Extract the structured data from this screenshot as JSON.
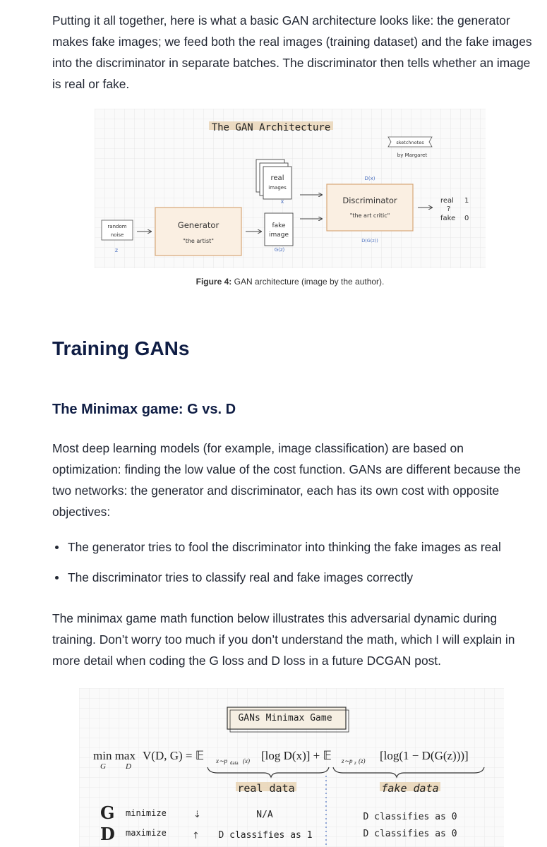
{
  "intro_paragraph": "Putting it all together, here is what a basic GAN architecture looks like: the generator makes fake images; we feed both the real images (training dataset) and the fake images into the discriminator in separate batches. The discriminator then tells whether an image is real or fake.",
  "figure4": {
    "title": "The GAN Architecture",
    "badge": "sketchnotes",
    "byline": "by Margaret",
    "noise_label_1": "random",
    "noise_label_2": "noise",
    "noise_var": "z",
    "generator_label": "Generator",
    "generator_sub": "\"the artist\"",
    "real_1": "real",
    "real_2": "images",
    "real_var": "x",
    "fake_1": "fake",
    "fake_2": "image",
    "fake_var": "G(z)",
    "dx_label": "D(x)",
    "discriminator_label": "Discriminator",
    "discriminator_sub": "\"the art critic\"",
    "dgz_label": "D(G(z))",
    "out_real": "real",
    "out_one": "1",
    "out_q": "?",
    "out_fake": "fake",
    "out_zero": "0",
    "caption_bold": "Figure 4:",
    "caption_text": " GAN architecture (image by the author)."
  },
  "heading_training": "Training GANs",
  "heading_minimax": "The Minimax game: G vs. D",
  "paragraph_minimax": "Most deep learning models (for example, image classification) are based on optimization: finding the low value of the cost function. GANs are different because the two networks: the generator and discriminator, each has its own cost with opposite objectives:",
  "bullets": [
    "The generator tries to fool the discriminator into thinking the fake images as real",
    "The discriminator tries to classify real and fake images correctly"
  ],
  "paragraph_math": "The minimax game math function below illustrates this adversarial dynamic during training. Don’t worry too much if you don’t understand the math, which I will explain in more detail when coding the G loss and D loss in a future DCGAN post.",
  "figure5": {
    "title": "GANs Minimax Game",
    "eq_minmax": "min max",
    "eq_G": "G",
    "eq_D": "D",
    "eq_body": "V(D, G) = 𝔼",
    "eq_sub1": "x∼p",
    "eq_sub1b": "data",
    "eq_sub1c": "(x)",
    "eq_term1": "[log D(x)] + 𝔼",
    "eq_sub2": "z∼p",
    "eq_sub2b": "z",
    "eq_sub2c": "(z)",
    "eq_term2": "[log(1 − D(G(z)))]",
    "real_data": "real data",
    "fake_data": "fake data",
    "row_g_letter": "G",
    "row_g_action": "minimize",
    "row_g_real": "N/A",
    "row_g_fake": "D classifies as 0",
    "row_d_letter": "D",
    "row_d_action": "maximize",
    "row_d_real": "D classifies as 1",
    "row_d_fake": "D classifies as 0"
  }
}
